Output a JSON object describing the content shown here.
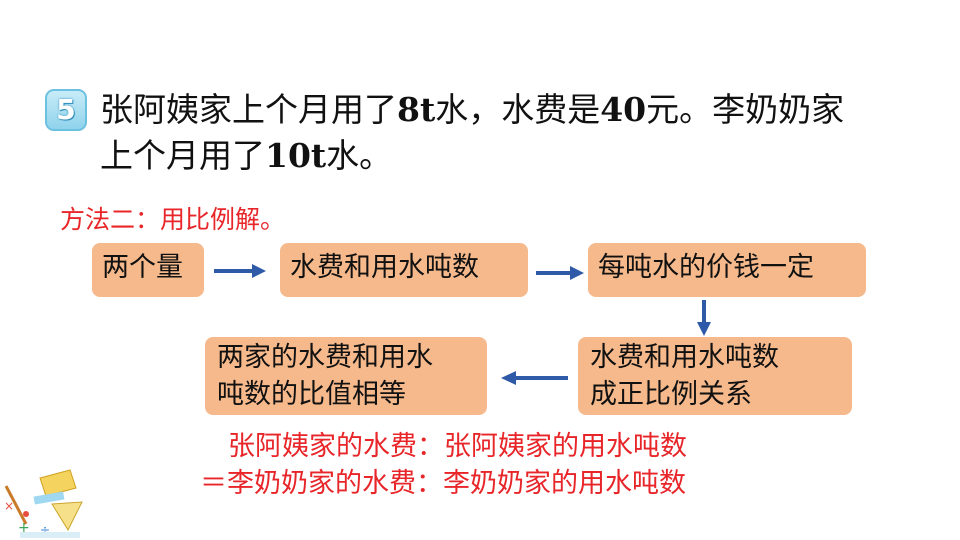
{
  "problem": {
    "number": "5",
    "line1_a": "张阿姨家上个月用了",
    "line1_b": "8t",
    "line1_c": "水，水费是",
    "line1_d": "40",
    "line1_e": "元。李奶奶家",
    "line2_a": "上个月用了",
    "line2_b": "10t",
    "line2_c": "水。"
  },
  "method_title": "方法二：用比例解。",
  "flow": {
    "box1": "两个量",
    "box2": "水费和用水吨数",
    "box3": "每吨水的价钱一定",
    "box4_line1": "水费和用水吨数",
    "box4_line2": "成正比例关系",
    "box5_line1": "两家的水费和用水",
    "box5_line2": "吨数的比值相等"
  },
  "formula": {
    "line1": "张阿姨家的水费：张阿姨家的用水吨数",
    "line2": "＝李奶奶家的水费：李奶奶家的用水吨数"
  },
  "colors": {
    "red": "#e8262a",
    "box": "#f6b98c",
    "arrow": "#2f5aa8",
    "badge": "#8fd3ec"
  },
  "icons": [
    "number-badge",
    "right-arrow",
    "down-arrow",
    "left-arrow",
    "math-tools-illustration"
  ]
}
